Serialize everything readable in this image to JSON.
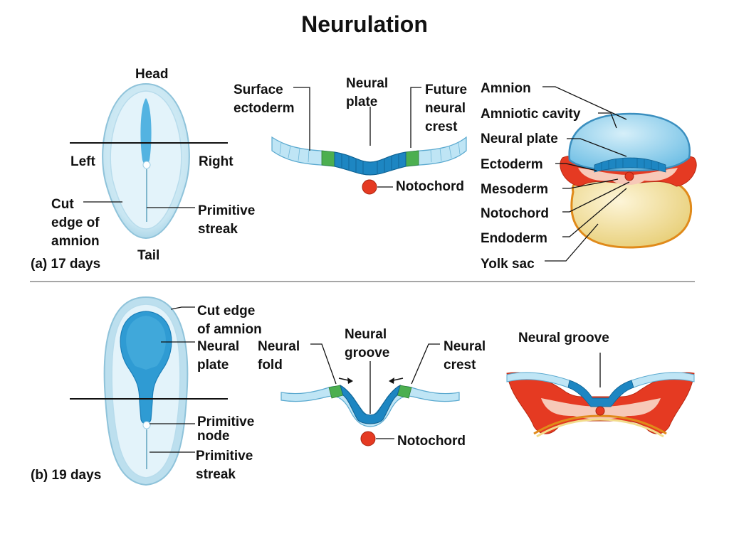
{
  "title": "Neurulation",
  "panel_a": {
    "caption": "(a) 17 days",
    "embryo": {
      "head": "Head",
      "left": "Left",
      "right": "Right",
      "tail": "Tail",
      "cut_edge": "Cut\nedge of\namnion",
      "primitive_streak": "Primitive\nstreak"
    },
    "section": {
      "surface_ectoderm": "Surface\nectoderm",
      "neural_plate": "Neural\nplate",
      "future_neural_crest": "Future\nneural\ncrest",
      "notochord": "Notochord"
    },
    "cross_section": {
      "amnion": "Amnion",
      "amniotic_cavity": "Amniotic cavity",
      "neural_plate": "Neural plate",
      "ectoderm": "Ectoderm",
      "mesoderm": "Mesoderm",
      "notochord": "Notochord",
      "endoderm": "Endoderm",
      "yolk_sac": "Yolk sac"
    }
  },
  "panel_b": {
    "caption": "(b) 19 days",
    "embryo": {
      "cut_edge": "Cut edge\nof amnion",
      "neural_plate": "Neural\nplate",
      "primitive_node": "Primitive\nnode",
      "primitive_streak": "Primitive\nstreak"
    },
    "section": {
      "neural_fold": "Neural\nfold",
      "neural_groove": "Neural\ngroove",
      "neural_crest": "Neural\ncrest",
      "notochord": "Notochord"
    },
    "cross_section": {
      "neural_groove": "Neural groove"
    }
  },
  "colors": {
    "neural_blue": "#1e8fc8",
    "ectoderm_light": "#a9dcf0",
    "crest_green": "#4caf50",
    "mesoderm_red": "#e53a22",
    "mesoderm_pink": "#f7c9b8",
    "yolk": "#f2dc8c",
    "amnion_blue": "#7cc8ea",
    "embryo_pale": "#d4ecf5"
  }
}
